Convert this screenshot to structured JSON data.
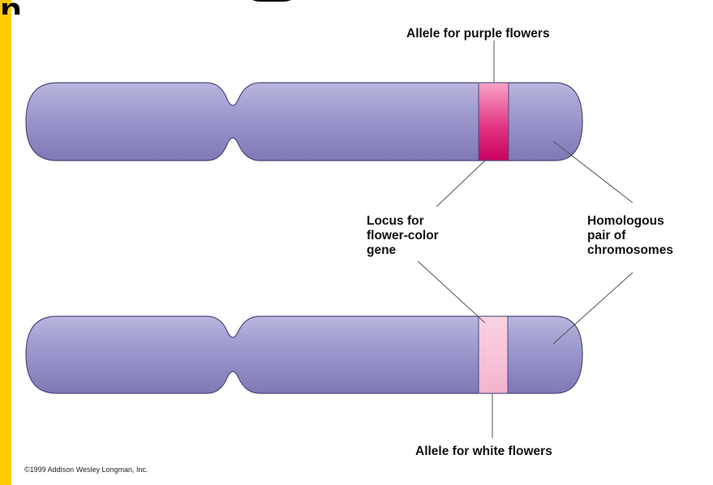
{
  "header": {
    "cut_title_fragment": "n"
  },
  "labels": {
    "allele_purple": "Allele for purple flowers",
    "locus": "Locus for\nflower-color\ngene",
    "homologous": "Homologous\npair of\nchromosomes",
    "allele_white": "Allele for white flowers"
  },
  "footer": {
    "copyright": "©1999 Addison Wesley Longman, Inc."
  },
  "colors": {
    "frame": "#FFCC00",
    "chromosome": "#9C98CC",
    "purple_allele": "#E0307A",
    "white_allele": "#F6BED2"
  }
}
